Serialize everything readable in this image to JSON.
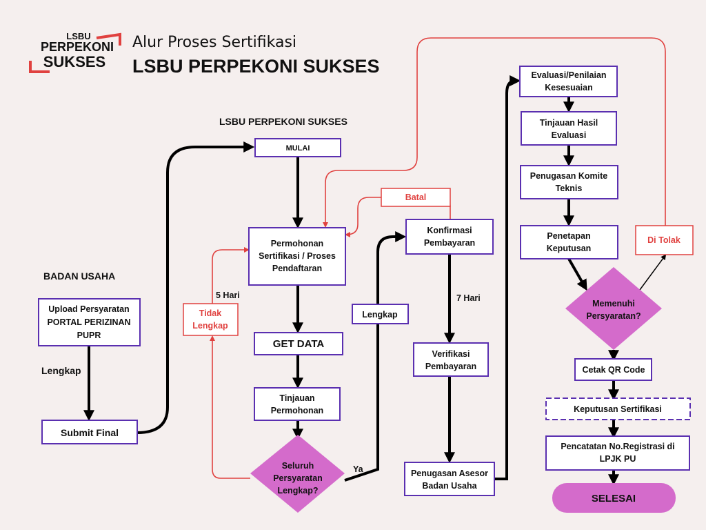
{
  "header": {
    "logo": {
      "line1": "LSBU",
      "line2": "PERPEKONI",
      "line3": "SUKSES"
    },
    "subtitle": "Alur Proses Sertifikasi",
    "title": "LSBU PERPEKONI SUKSES"
  },
  "colors": {
    "background": "#f5efee",
    "box_border": "#5a2fb0",
    "decision_fill": "#d46bcb",
    "reject_red": "#e0413f",
    "arrow": "#000000"
  },
  "lanes": {
    "left": "BADAN USAHA",
    "center": "LSBU PERPEKONI SUKSES"
  },
  "nodes": {
    "upload": [
      "Upload Persyaratan",
      "PORTAL PERIZINAN",
      "PUPR"
    ],
    "submit": [
      "Submit Final"
    ],
    "mulai": [
      "MULAI"
    ],
    "permohonan": [
      "Permohonan",
      "Sertifikasi / Proses",
      "Pendaftaran"
    ],
    "getdata": [
      "GET DATA"
    ],
    "tinjauan": [
      "Tinjauan",
      "Permohonan"
    ],
    "seluruh": [
      "Seluruh",
      "Persyaratan",
      "Lengkap?"
    ],
    "konfirmasi": [
      "Konfirmasi",
      "Pembayaran"
    ],
    "verifikasi": [
      "Verifikasi",
      "Pembayaran"
    ],
    "penugasan_asesor": [
      "Penugasan Asesor",
      "Badan Usaha"
    ],
    "evaluasi": [
      "Evaluasi/Penilaian",
      "Kesesuaian"
    ],
    "tinjauan_hasil": [
      "Tinjauan Hasil",
      "Evaluasi"
    ],
    "komite": [
      "Penugasan Komite",
      "Teknis"
    ],
    "penetapan": [
      "Penetapan",
      "Keputusan"
    ],
    "memenuhi": [
      "Memenuhi",
      "Persyaratan?"
    ],
    "cetak": [
      "Cetak QR Code"
    ],
    "keputusan": [
      "Keputusan Sertifikasi"
    ],
    "pencatatan": [
      "Pencatatan No.Registrasi di",
      "LPJK PU"
    ],
    "selesai": [
      "SELESAI"
    ]
  },
  "labels": {
    "lengkap_left": "Lengkap",
    "lengkap_box": "Lengkap",
    "lima_hari": "5 Hari",
    "tujuh_hari": "7 Hari",
    "ya": "Ya",
    "tidak_lengkap": [
      "Tidak",
      "Lengkap"
    ],
    "batal": "Batal",
    "di_tolak": "Di Tolak"
  }
}
